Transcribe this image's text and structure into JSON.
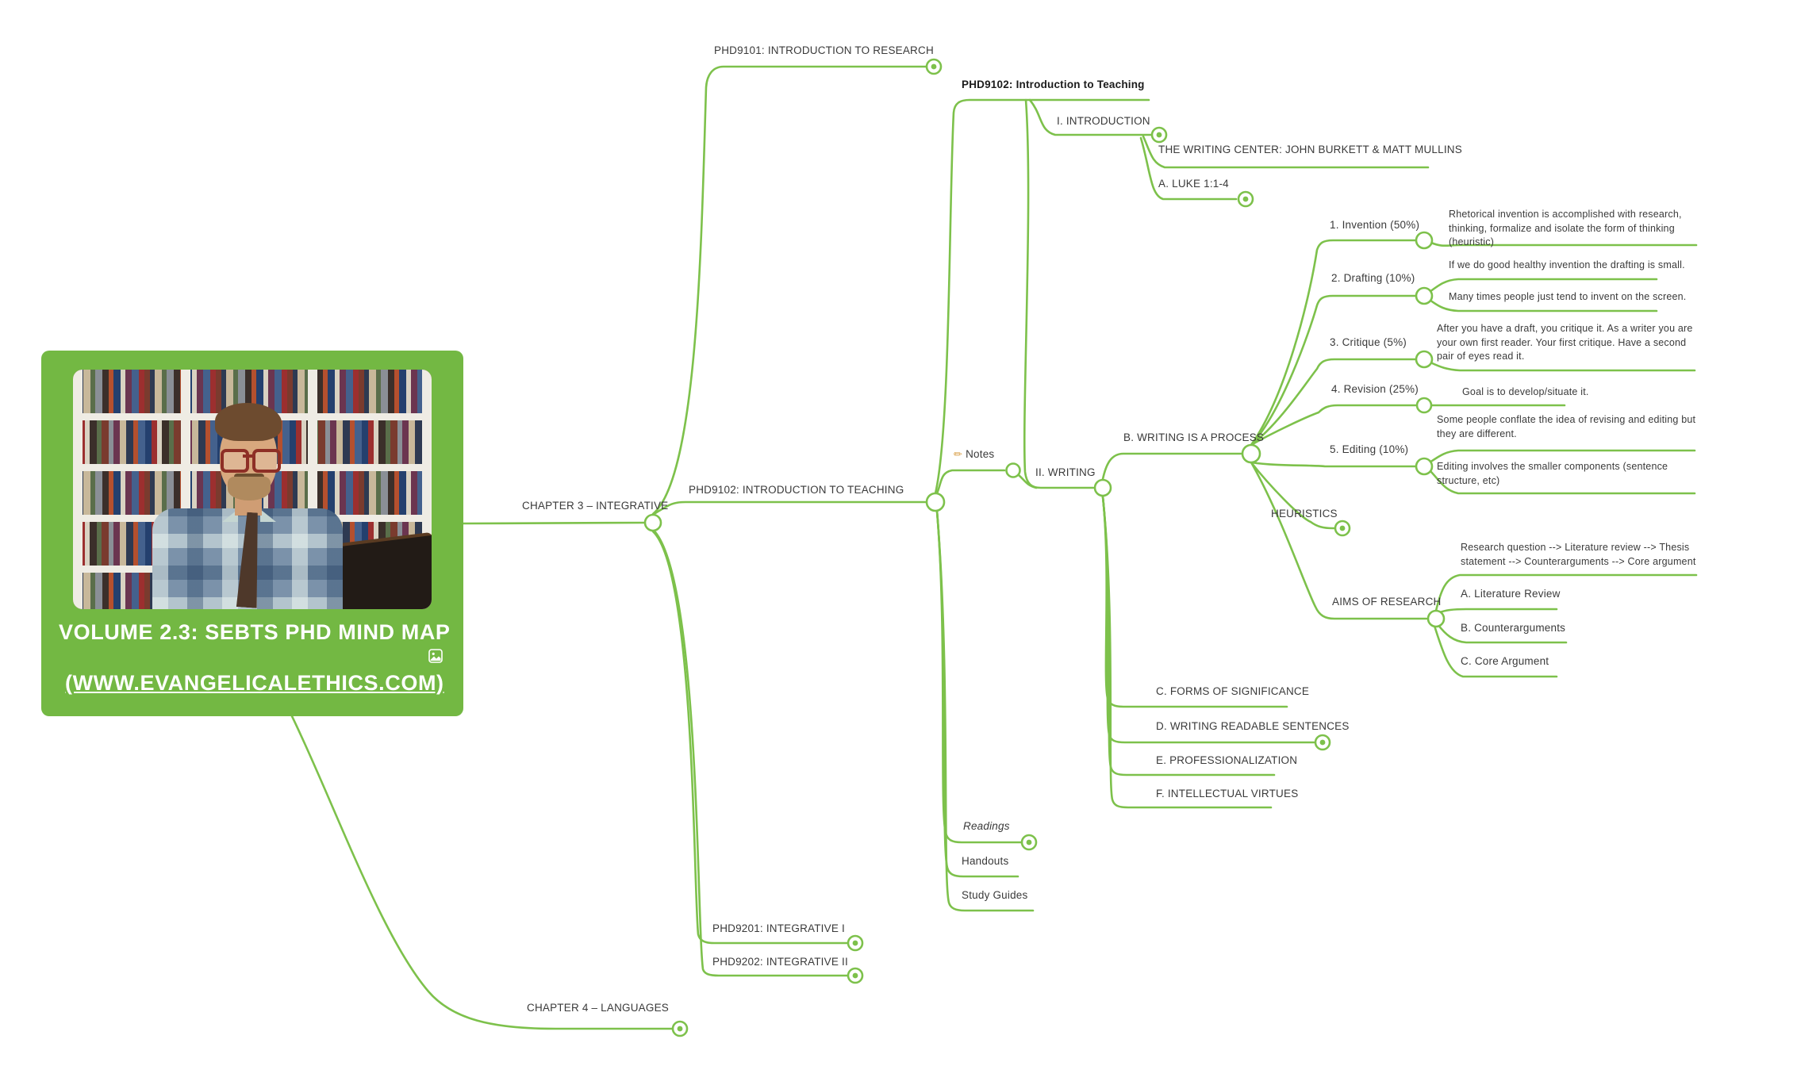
{
  "colors": {
    "branch": "#7dc14b",
    "card": "#73b843",
    "text": "#3a3a3a"
  },
  "card": {
    "title": "VOLUME 2.3: SEBTS PHD MIND MAP",
    "link": "(WWW.EVANGELICALETHICS.COM)"
  },
  "nodes": {
    "chapter3": "CHAPTER 3 – INTEGRATIVE",
    "chapter4": "CHAPTER 4 – LANGUAGES",
    "phd9101": "PHD9101: INTRODUCTION TO RESEARCH",
    "phd9102_course": "PHD9102: INTRODUCTION TO TEACHING",
    "phd9201": "PHD9201: INTEGRATIVE I",
    "phd9202": "PHD9202: INTEGRATIVE II",
    "phd9102_session": "PHD9102: Introduction to Teaching",
    "intro": "I. INTRODUCTION",
    "writing_center": "THE WRITING CENTER: JOHN BURKETT & MATT MULLINS",
    "luke": "A. LUKE 1:1-4",
    "notes_icon": "✏",
    "notes": "Notes",
    "writing": "II. WRITING",
    "b_process": "B. WRITING IS A PROCESS",
    "invention": "1. Invention (50%)",
    "invention_note": "Rhetorical invention is accomplished with research, thinking, formalize and isolate the form of thinking (heuristic)",
    "drafting": "2. Drafting (10%)",
    "drafting_note1": "If we do good healthy invention the drafting is small.",
    "drafting_note2": "Many times people just tend to invent on the screen.",
    "critique": "3. Critique (5%)",
    "critique_note": "After you have a draft, you critique it. As a writer you are your own first reader. Your first critique. Have a second pair of eyes read it.",
    "revision": "4. Revision (25%)",
    "revision_note": "Goal is to develop/situate it.",
    "editing": "5. Editing (10%)",
    "editing_note1": "Some people conflate the idea of revising and editing but they are different.",
    "editing_note2": "Editing involves the smaller components (sentence structure, etc)",
    "heuristics": "HEURISTICS",
    "aims": "AIMS OF RESEARCH",
    "aims_note": "Research question --> Literature review --> Thesis statement --> Counterarguments --> Core argument",
    "lit_review": "A. Literature Review",
    "counterarguments": "B. Counterarguments",
    "core_argument": "C. Core Argument",
    "c_forms": "C. FORMS OF SIGNIFICANCE",
    "d_sentences": "D. WRITING READABLE SENTENCES",
    "e_prof": "E. PROFESSIONALIZATION",
    "f_virtues": "F. INTELLECTUAL VIRTUES",
    "readings": "Readings",
    "handouts": "Handouts",
    "study_guides": "Study Guides"
  }
}
